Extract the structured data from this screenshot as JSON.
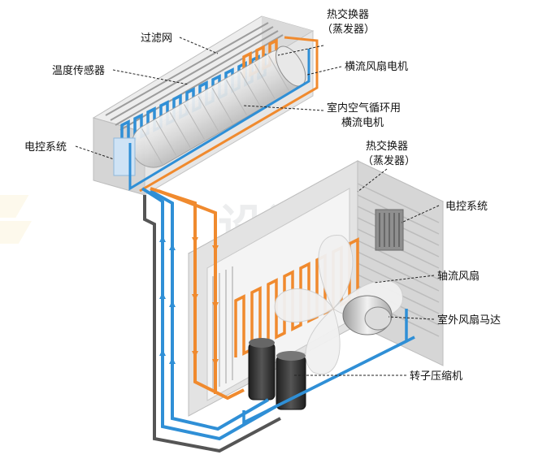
{
  "diagram": {
    "colors": {
      "hot_pipe": "#f08a2e",
      "cold_pipe": "#2f8fd6",
      "dark_pipe": "#555555",
      "unit_body": "#e4e4e4",
      "unit_shadow": "#c9c9c9",
      "background": "#ffffff"
    },
    "indoor_unit": {
      "filter": "过滤网",
      "temp_sensor": "温度传感器",
      "heat_exchanger": "热交换器",
      "heat_exchanger_note": "（蒸发器）",
      "crossflow_fan_motor": "横流风扇电机",
      "circulation_motor_line1": "室内空气循环用",
      "circulation_motor_line2": "横流电机",
      "control_system": "电控系统"
    },
    "outdoor_unit": {
      "heat_exchanger": "热交换器",
      "heat_exchanger_note": "（蒸发器）",
      "control_system": "电控系统",
      "axial_fan": "轴流风扇",
      "fan_motor": "室外风扇马达",
      "compressor": "转子压缩机"
    },
    "watermark": "设计"
  }
}
